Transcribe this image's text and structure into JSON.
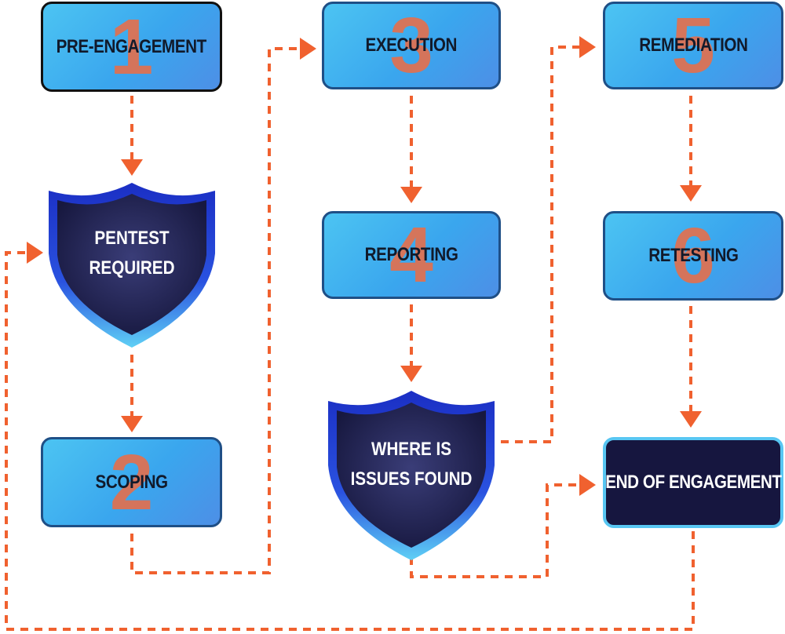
{
  "steps": [
    {
      "number": "1",
      "label": "PRE-ENGAGEMENT"
    },
    {
      "number": "2",
      "label": "SCOPING"
    },
    {
      "number": "3",
      "label": "EXECUTION"
    },
    {
      "number": "4",
      "label": "REPORTING"
    },
    {
      "number": "5",
      "label": "REMEDIATION"
    },
    {
      "number": "6",
      "label": "RETESTING"
    }
  ],
  "decisions": [
    {
      "line1": "PENTEST",
      "line2": "REQUIRED"
    },
    {
      "line1": "WHERE IS",
      "line2": "ISSUES FOUND"
    }
  ],
  "end": {
    "label": "END OF ENGAGEMENT"
  },
  "colors": {
    "arrow": "#f0612f",
    "step_fill_start": "#4cc4f2",
    "step_fill_end": "#4d8fe6",
    "step_number": "#e2704f",
    "shield_fill": "#1b1d4a",
    "shield_border": "#2a39c6",
    "end_fill": "#16163f",
    "end_border": "#58c6f2"
  }
}
